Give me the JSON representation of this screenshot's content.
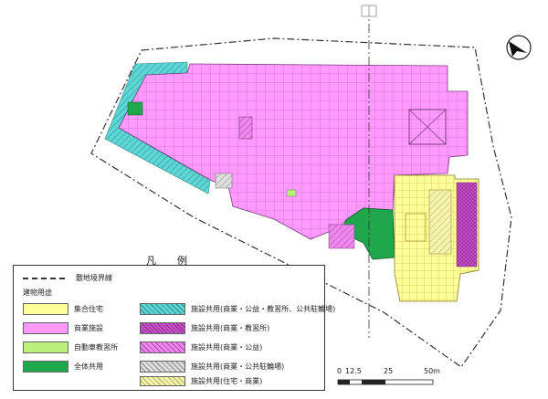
{
  "north_label": "N",
  "north_text": "北",
  "legend": {
    "title": "凡　例",
    "boundary_label": "敷地境界線",
    "usage_heading": "建物用途",
    "left_items": [
      {
        "label": "集合住宅",
        "color": "#ffff99"
      },
      {
        "label": "商業施設",
        "color": "#ff99ff"
      },
      {
        "label": "自動車教習所",
        "color": "#bdf07a"
      },
      {
        "label": "全体共用",
        "color": "#1fa84b"
      }
    ],
    "right_items": [
      {
        "label": "施設共用(商業・公益・教習所、公共駐輪場)",
        "color": "#5fd6d6"
      },
      {
        "label": "施設共用(商業・教習所)",
        "color": "#cc55cc"
      },
      {
        "label": "施設共用(商業・公益)",
        "color": "#ee88ee"
      },
      {
        "label": "施設共用(商業・公共駐輪場)",
        "color": "#bdbdbd"
      },
      {
        "label": "施設共用(住宅・商業)",
        "color": "#ecec88"
      }
    ]
  },
  "scale": {
    "ticks": [
      "0",
      "12.5",
      "25",
      "50m"
    ]
  },
  "colors": {
    "commercial": "#ff99ff",
    "housing": "#ffff99",
    "shared_all": "#1fa84b",
    "shared_cyan": "#5fd6d6",
    "driving_school": "#bdf07a",
    "boundary": "#333333"
  }
}
